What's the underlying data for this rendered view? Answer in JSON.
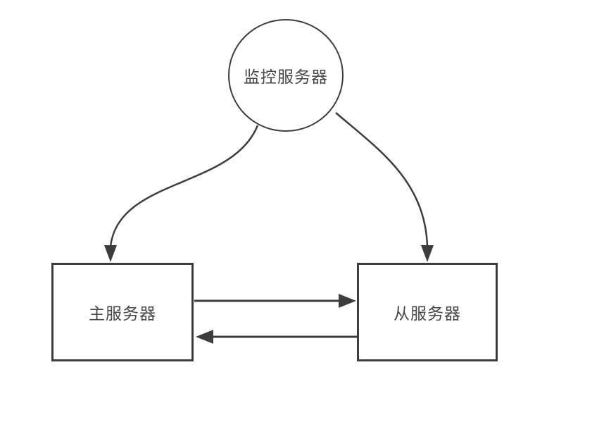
{
  "diagram": {
    "colors": {
      "line": "#3d3d3d",
      "text": "#474747",
      "background": "#ffffff",
      "node_fill": "#ffffff"
    },
    "nodes": {
      "monitor": {
        "label": "监控服务器",
        "shape": "ellipse"
      },
      "master": {
        "label": "主服务器",
        "shape": "rect"
      },
      "slave": {
        "label": "从服务器",
        "shape": "rect"
      }
    },
    "edges": [
      {
        "from": "monitor",
        "to": "master",
        "style": "curved",
        "arrow": "end"
      },
      {
        "from": "monitor",
        "to": "slave",
        "style": "curved",
        "arrow": "end"
      },
      {
        "from": "master",
        "to": "slave",
        "style": "straight",
        "arrow": "end"
      },
      {
        "from": "slave",
        "to": "master",
        "style": "straight",
        "arrow": "end"
      }
    ]
  }
}
